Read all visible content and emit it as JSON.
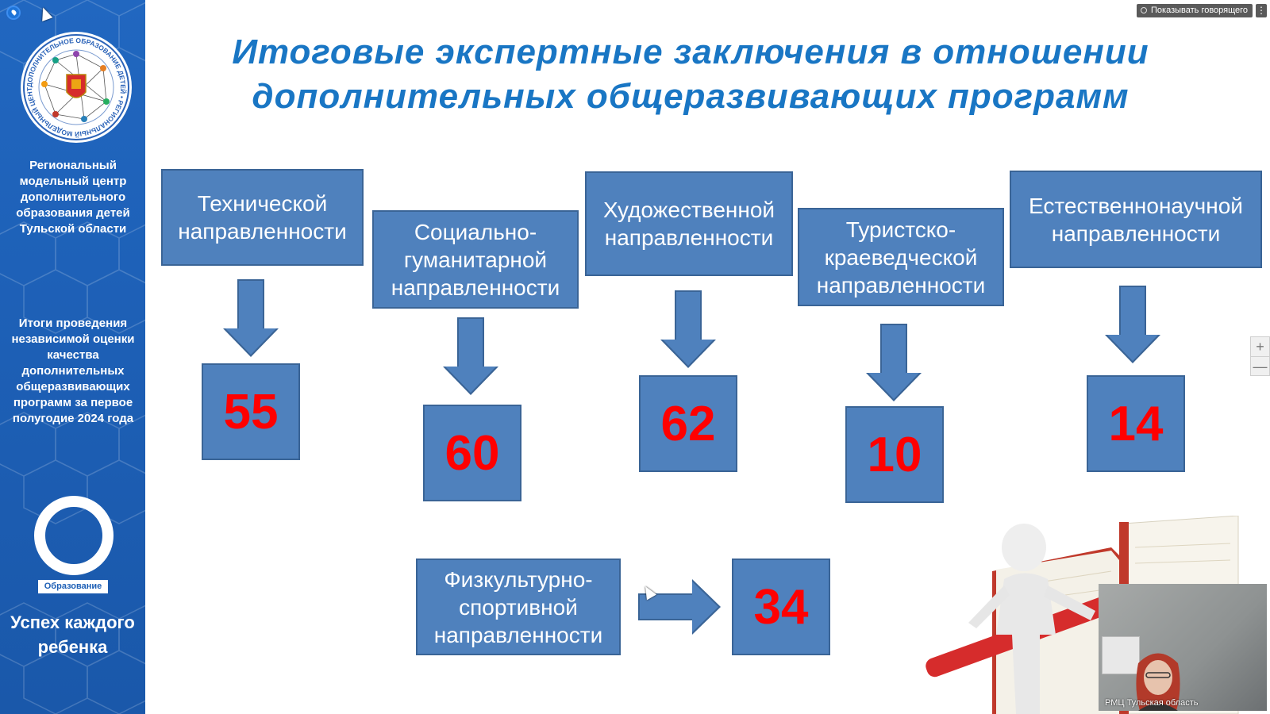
{
  "sidebar": {
    "org_name": "Региональный модельный центр дополнительного образования детей Тульской области",
    "report_title": "Итоги проведения независимой оценки качества дополнительных общеразвивающих программ за первое полугодие 2024 года",
    "edu_badge": "Образование",
    "motto": "Успех каждого ребенка",
    "logo_ring_text": "ДОПОЛНИТЕЛЬНОЕ ОБРАЗОВАНИЕ ДЕТЕЙ • РЕГИОНАЛЬНЫЙ МОДЕЛЬНЫЙ ЦЕНТР •"
  },
  "toolbar": {
    "show_speaker_label": "Показывать говорящего",
    "more_icon": "⋮",
    "zoom_in": "+",
    "zoom_out": "—"
  },
  "slide": {
    "title_line1": "Итоговые экспертные заключения в отношении",
    "title_line2": "дополнительных общеразвивающих программ",
    "directions": [
      {
        "label": "Технической направленности",
        "value": "55"
      },
      {
        "label": "Социально-гуманитарной направленности",
        "value": "60"
      },
      {
        "label": "Художественной направленности",
        "value": "62"
      },
      {
        "label": "Туристско-краеведческой направленности",
        "value": "10"
      },
      {
        "label": "Естественнонаучной направленности",
        "value": "14"
      },
      {
        "label": "Физкультурно-спортивной направленности",
        "value": "34"
      }
    ]
  },
  "video": {
    "participant_label": "РМЦ Тульская область"
  },
  "colors": {
    "box_fill": "#4f81bd",
    "value_text": "#ff0000",
    "title_text": "#1976c4",
    "sidebar_bg": "#1d5fb5"
  }
}
